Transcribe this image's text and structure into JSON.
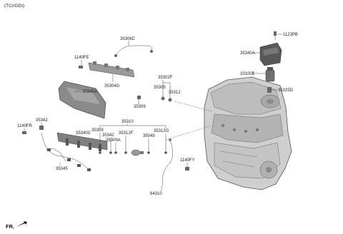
{
  "header": {
    "variant": "(TCI/GDI)"
  },
  "footer": {
    "direction": "FR."
  },
  "parts": {
    "p35306C": "35306C",
    "p1123PB": "1123PB",
    "p1140FE": "1140FE",
    "p35340A": "35340A",
    "p35304G": "35304G",
    "p35345A": "35345A",
    "p35302F": "35302F",
    "p35305": "35305",
    "p35312": "35312",
    "p35309top": "35309",
    "p33100B": "33100B",
    "p35325D": "35325D",
    "p35342": "35342",
    "p35310": "35310",
    "p1140FR": "1140FR",
    "p35340C": "35340C",
    "p35309mid": "35309",
    "p35342b": "35342",
    "p35312F": "35312F",
    "p35309A": "35309A",
    "p35312G": "35312G",
    "p35049": "35049",
    "p1140FY": "1140FY",
    "p35345": "35345",
    "p64310": "64310"
  }
}
